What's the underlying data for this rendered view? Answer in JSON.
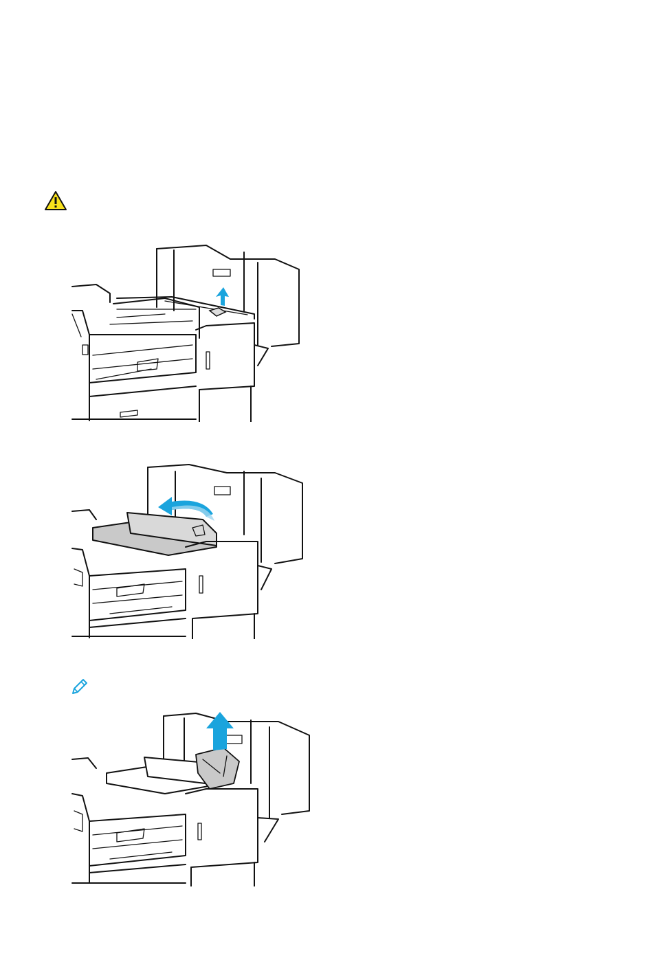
{
  "colors": {
    "warning_fill": "#f7e11c",
    "accent_blue": "#1aa4dd",
    "accent_blue_light": "#9fd6f0",
    "line": "#111111",
    "gray_tray": "#c9c9c9"
  },
  "icons": {
    "warning": "warning-triangle-icon",
    "note": "pencil-note-icon"
  },
  "illustrations": [
    {
      "id": "step-1",
      "icon": "lift-lever-arrow"
    },
    {
      "id": "step-2",
      "icon": "rotate-cover-arrow"
    },
    {
      "id": "step-3",
      "icon": "remove-paper-arrow"
    }
  ]
}
